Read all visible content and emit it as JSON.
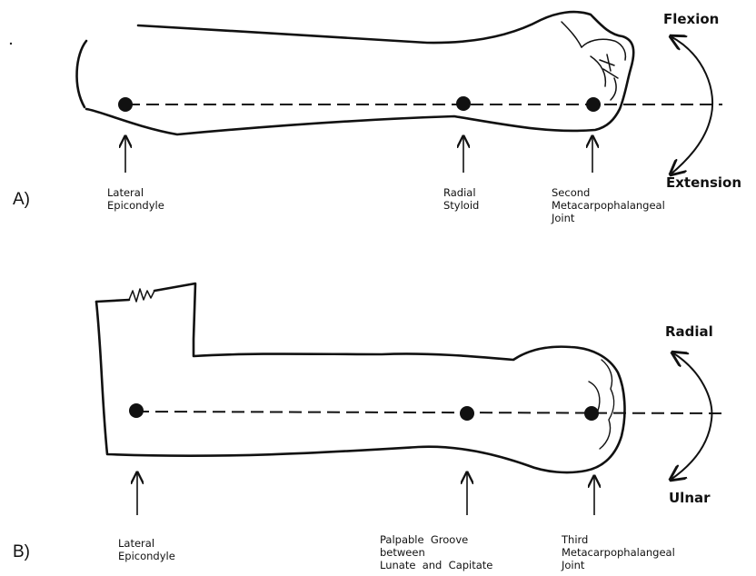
{
  "panel_a": {
    "tag": "A)",
    "motion_top": "Flexion",
    "motion_bottom": "Extension",
    "landmarks": [
      {
        "lines": [
          "Lateral",
          "Epicondyle"
        ]
      },
      {
        "lines": [
          "Radial",
          "Styloid"
        ]
      },
      {
        "lines": [
          "Second",
          "Metacarpophalangeal",
          "Joint"
        ]
      }
    ]
  },
  "panel_b": {
    "tag": "B)",
    "motion_top": "Radial",
    "motion_bottom": "Ulnar",
    "landmarks": [
      {
        "lines": [
          "Lateral",
          "Epicondyle"
        ]
      },
      {
        "lines": [
          "Palpable  Groove",
          "between",
          "Lunate  and  Capitate"
        ]
      },
      {
        "lines": [
          "Third",
          "Metacarpophalangeal",
          "Joint"
        ]
      }
    ]
  },
  "colors": {
    "ink": "#111111",
    "background": "#ffffff"
  }
}
